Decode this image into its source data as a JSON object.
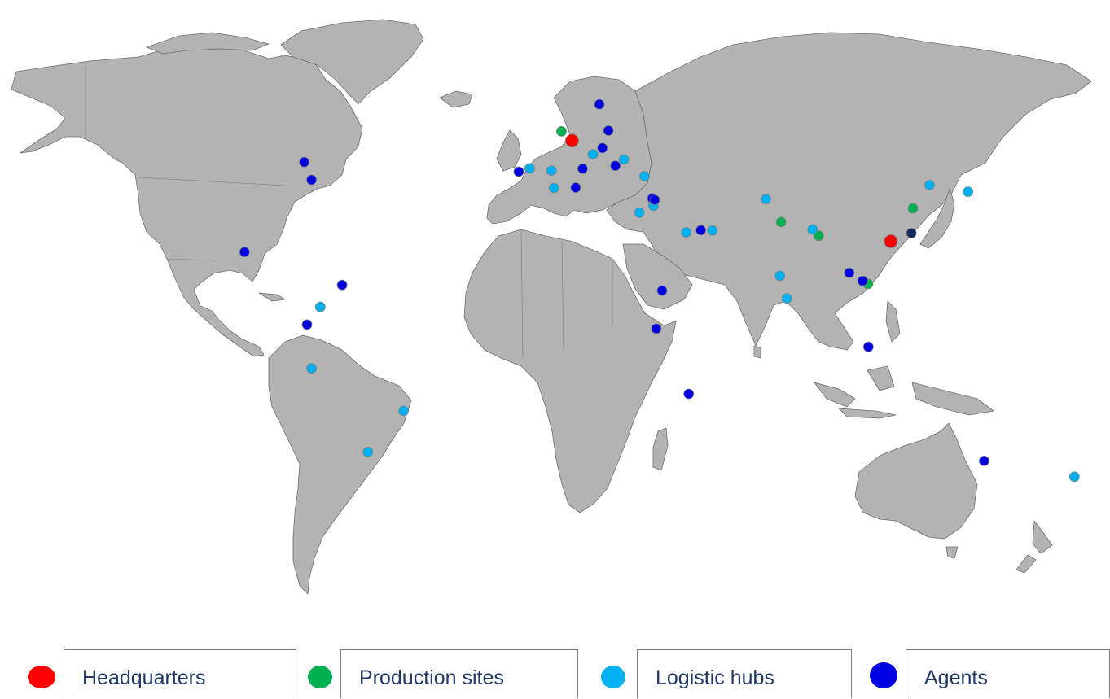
{
  "colors": {
    "headquarters": "#ff0000",
    "production": "#00b050",
    "logistic": "#00b0f0",
    "agent": "#0000e0",
    "agent_dark": "#102a5c",
    "land": "#b3b3b3"
  },
  "legend": [
    {
      "key": "headquarters",
      "label": "Headquarters",
      "icon": "red-dot-icon"
    },
    {
      "key": "production",
      "label": "Production sites",
      "icon": "green-dot-icon"
    },
    {
      "key": "logistic",
      "label": "Logistic hubs",
      "icon": "light-blue-dot-icon"
    },
    {
      "key": "agent",
      "label": "Agents",
      "icon": "blue-dot-icon"
    }
  ],
  "markers": [
    {
      "type": "headquarters",
      "place": "Germany",
      "lon": 9.0,
      "lat": 49.5
    },
    {
      "type": "headquarters",
      "place": "Hong Kong",
      "lon": 114.2,
      "lat": 22.3
    },
    {
      "type": "production",
      "place": "Netherlands",
      "lon": 5.5,
      "lat": 52.0
    },
    {
      "type": "production",
      "place": "India",
      "lon": 78.0,
      "lat": 27.5
    },
    {
      "type": "production",
      "place": "Bangladesh",
      "lon": 90.4,
      "lat": 23.8
    },
    {
      "type": "production",
      "place": "Shanghai",
      "lon": 121.5,
      "lat": 31.2
    },
    {
      "type": "production",
      "place": "Vietnam",
      "lon": 106.7,
      "lat": 10.8
    },
    {
      "type": "logistic",
      "place": "Spain",
      "lon": -5.0,
      "lat": 42.0
    },
    {
      "type": "logistic",
      "place": "Barcelona",
      "lon": 2.2,
      "lat": 41.4
    },
    {
      "type": "logistic",
      "place": "Algeria",
      "lon": 3.0,
      "lat": 36.7
    },
    {
      "type": "logistic",
      "place": "Tunisia",
      "lon": 10.2,
      "lat": 36.8
    },
    {
      "type": "logistic",
      "place": "Croatia",
      "lon": 15.9,
      "lat": 45.8
    },
    {
      "type": "logistic",
      "place": "Romania",
      "lon": 26.1,
      "lat": 44.4
    },
    {
      "type": "logistic",
      "place": "Turkey",
      "lon": 32.9,
      "lat": 39.9
    },
    {
      "type": "logistic",
      "place": "Jordan",
      "lon": 35.9,
      "lat": 31.9
    },
    {
      "type": "logistic",
      "place": "Egypt",
      "lon": 31.2,
      "lat": 30.0
    },
    {
      "type": "logistic",
      "place": "Riyadh",
      "lon": 46.7,
      "lat": 24.7
    },
    {
      "type": "logistic",
      "place": "Dubai",
      "lon": 55.3,
      "lat": 25.2
    },
    {
      "type": "logistic",
      "place": "Pakistan",
      "lon": 73.0,
      "lat": 33.7
    },
    {
      "type": "logistic",
      "place": "Bangalore",
      "lon": 77.6,
      "lat": 13.0
    },
    {
      "type": "logistic",
      "place": "Sri Lanka",
      "lon": 79.9,
      "lat": 6.9
    },
    {
      "type": "logistic",
      "place": "Kolkata",
      "lon": 88.4,
      "lat": 25.5
    },
    {
      "type": "logistic",
      "place": "Seoul",
      "lon": 127.0,
      "lat": 37.5
    },
    {
      "type": "logistic",
      "place": "Tokyo",
      "lon": 139.7,
      "lat": 35.7
    },
    {
      "type": "logistic",
      "place": "Colombia",
      "lon": -74.1,
      "lat": 4.6
    },
    {
      "type": "logistic",
      "place": "Peru",
      "lon": -77.0,
      "lat": -12.0
    },
    {
      "type": "logistic",
      "place": "Sao Paulo",
      "lon": -46.6,
      "lat": -23.5
    },
    {
      "type": "logistic",
      "place": "Buenos Aires",
      "lon": -58.4,
      "lat": -34.6
    },
    {
      "type": "logistic",
      "place": "New Zealand",
      "lon": 174.8,
      "lat": -41.3
    },
    {
      "type": "agent",
      "place": "Sweden",
      "lon": 18.0,
      "lat": 59.3
    },
    {
      "type": "agent",
      "place": "Poland",
      "lon": 21.0,
      "lat": 52.2
    },
    {
      "type": "agent",
      "place": "Hungary",
      "lon": 19.0,
      "lat": 47.5
    },
    {
      "type": "agent",
      "place": "Bulgaria",
      "lon": 23.3,
      "lat": 42.7
    },
    {
      "type": "agent",
      "place": "Italy",
      "lon": 12.5,
      "lat": 41.9
    },
    {
      "type": "agent",
      "place": "Portugal",
      "lon": -8.6,
      "lat": 41.1
    },
    {
      "type": "agent",
      "place": "Tunis",
      "lon": 10.2,
      "lat": 36.8
    },
    {
      "type": "agent",
      "place": "Lebanon",
      "lon": 35.5,
      "lat": 33.9
    },
    {
      "type": "agent",
      "place": "Syria",
      "lon": 36.3,
      "lat": 33.5
    },
    {
      "type": "agent",
      "place": "Qatar",
      "lon": 51.5,
      "lat": 25.3
    },
    {
      "type": "agent",
      "place": "Ethiopia",
      "lon": 38.7,
      "lat": 9.0
    },
    {
      "type": "agent",
      "place": "Kenya",
      "lon": 36.8,
      "lat": -1.3
    },
    {
      "type": "agent",
      "place": "Madagascar",
      "lon": 47.5,
      "lat": -18.9
    },
    {
      "type": "agent",
      "place": "Thailand",
      "lon": 100.5,
      "lat": 13.8
    },
    {
      "type": "agent",
      "place": "Cambodia",
      "lon": 104.9,
      "lat": 11.6
    },
    {
      "type": "agent",
      "place": "Jakarta",
      "lon": 106.8,
      "lat": -6.2
    },
    {
      "type": "agent",
      "place": "Melbourne",
      "lon": 145.0,
      "lat": -37.0
    },
    {
      "type": "agent",
      "place": "Toronto",
      "lon": -79.4,
      "lat": 43.7
    },
    {
      "type": "agent",
      "place": "Washington",
      "lon": -77.0,
      "lat": 38.9
    },
    {
      "type": "agent",
      "place": "Mexico",
      "lon": -99.1,
      "lat": 19.4
    },
    {
      "type": "agent",
      "place": "Venezuela",
      "lon": -66.9,
      "lat": 10.5
    },
    {
      "type": "agent",
      "place": "Ecuador",
      "lon": -78.5,
      "lat": -0.2
    },
    {
      "type": "agent_dark",
      "place": "Taiwan",
      "lon": 121.0,
      "lat": 24.5
    }
  ]
}
